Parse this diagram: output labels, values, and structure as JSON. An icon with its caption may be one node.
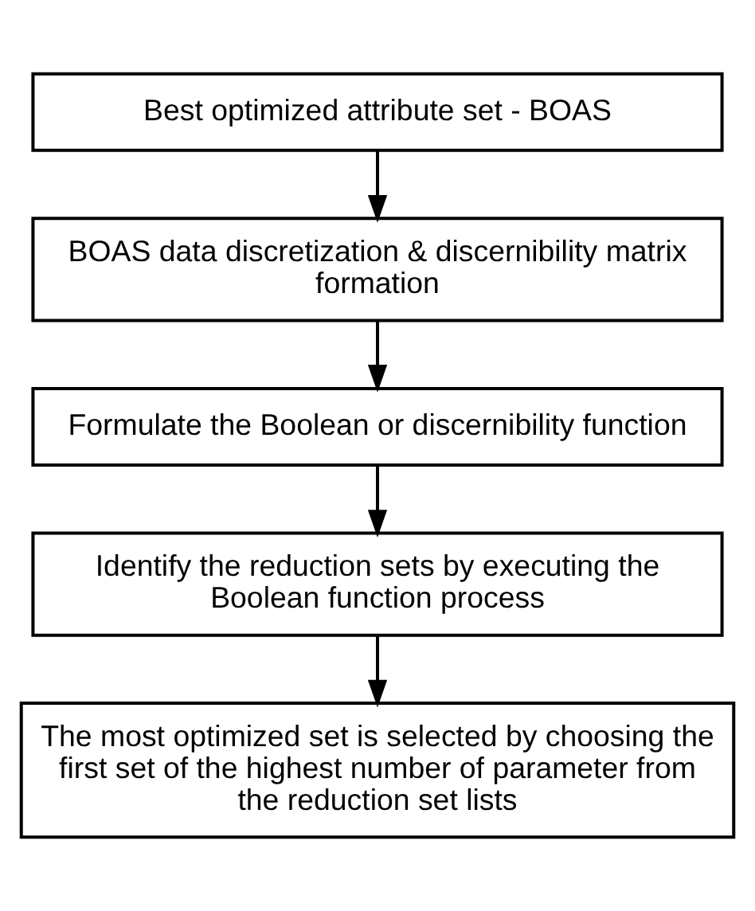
{
  "diagram": {
    "nodes": [
      {
        "text": [
          "Best optimized attribute set - BOAS"
        ]
      },
      {
        "text": [
          "BOAS data discretization & discernibility matrix formation"
        ]
      },
      {
        "text": [
          "Formulate the Boolean or discernibility function"
        ]
      },
      {
        "text": [
          "Identify the reduction sets by executing the Boolean function process"
        ]
      },
      {
        "text": [
          "The most optimized set is selected by choosing the first set of the highest number of parameter from the reduction set lists"
        ]
      }
    ],
    "edges": [
      {
        "from": 0,
        "to": 1,
        "arrow": "to"
      },
      {
        "from": 1,
        "to": 2,
        "arrow": "to"
      },
      {
        "from": 2,
        "to": 3,
        "arrow": "to"
      },
      {
        "from": 3,
        "to": 4,
        "arrow": "to"
      }
    ]
  }
}
